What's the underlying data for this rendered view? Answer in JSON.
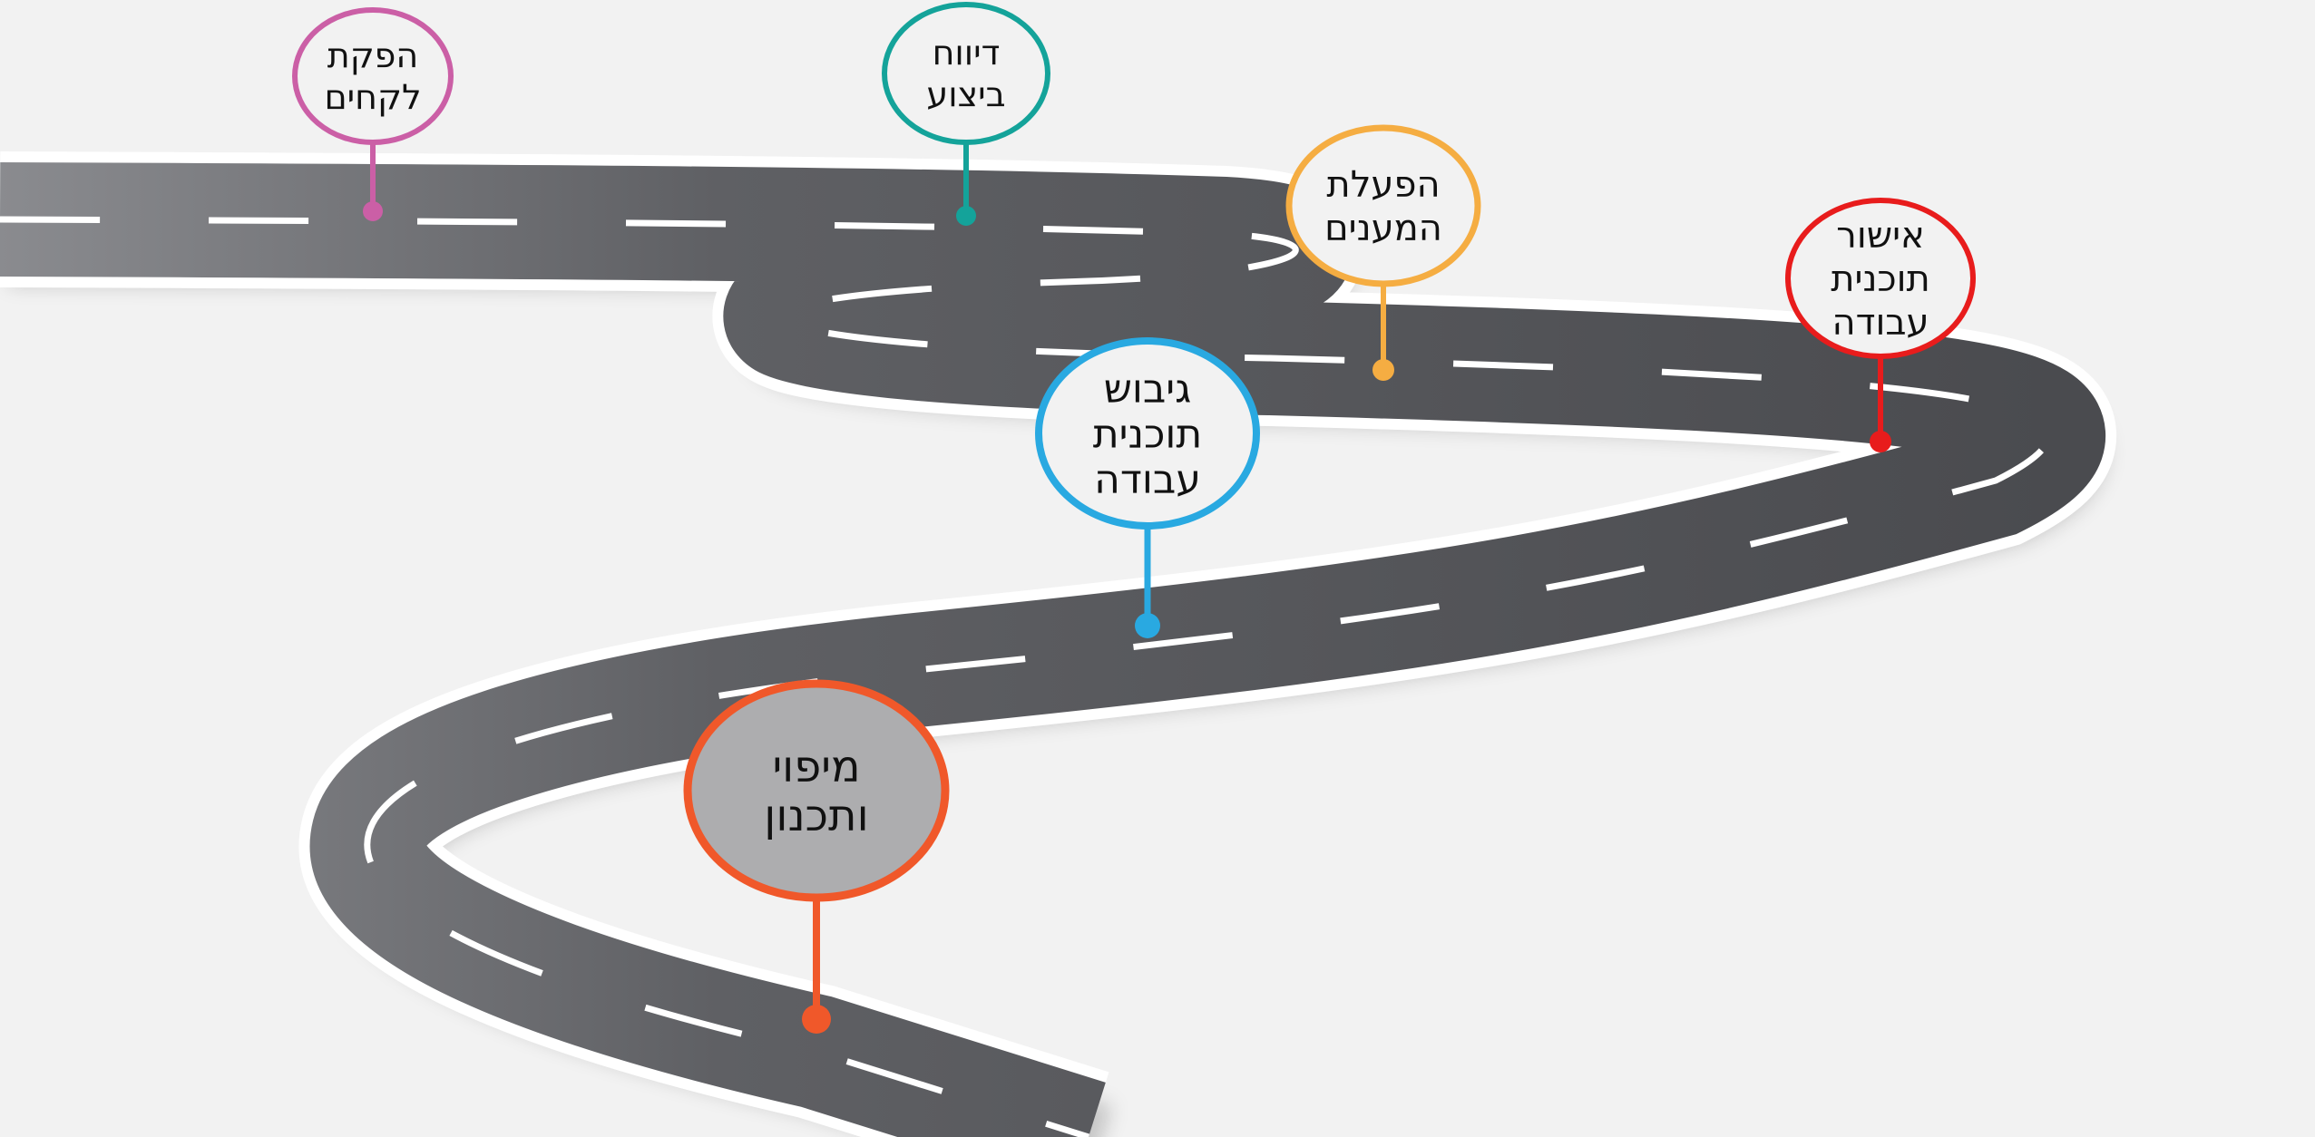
{
  "roadmap": {
    "milestones": [
      {
        "id": "mapping",
        "lines": [
          "מיפוי",
          "ותכנון"
        ],
        "color": "#f0582a",
        "fill": "#adadaf"
      },
      {
        "id": "workplan-build",
        "lines": [
          "גיבוש",
          "תוכנית",
          "עבודה"
        ],
        "color": "#29a9e1",
        "fill": "#f2f2f2"
      },
      {
        "id": "workplan-approve",
        "lines": [
          "אישור",
          "תוכנית",
          "עבודה"
        ],
        "color": "#e81c1c",
        "fill": "#f2f2f2"
      },
      {
        "id": "activate-recipients",
        "lines": [
          "הפעלת",
          "המענים"
        ],
        "color": "#f5ad42",
        "fill": "#f2f2f2"
      },
      {
        "id": "performance-report",
        "lines": [
          "דיווח",
          "ביצוע"
        ],
        "color": "#14a39a",
        "fill": "#f2f2f2"
      },
      {
        "id": "lessons-learned",
        "lines": [
          "הפקת",
          "לקחים"
        ],
        "color": "#cb5fa6",
        "fill": "#f2f2f2"
      }
    ]
  },
  "colors": {
    "background": "#f2f2f2",
    "road": "#5f6064",
    "road_edge": "#ffffff",
    "lane_marking": "#ffffff"
  }
}
